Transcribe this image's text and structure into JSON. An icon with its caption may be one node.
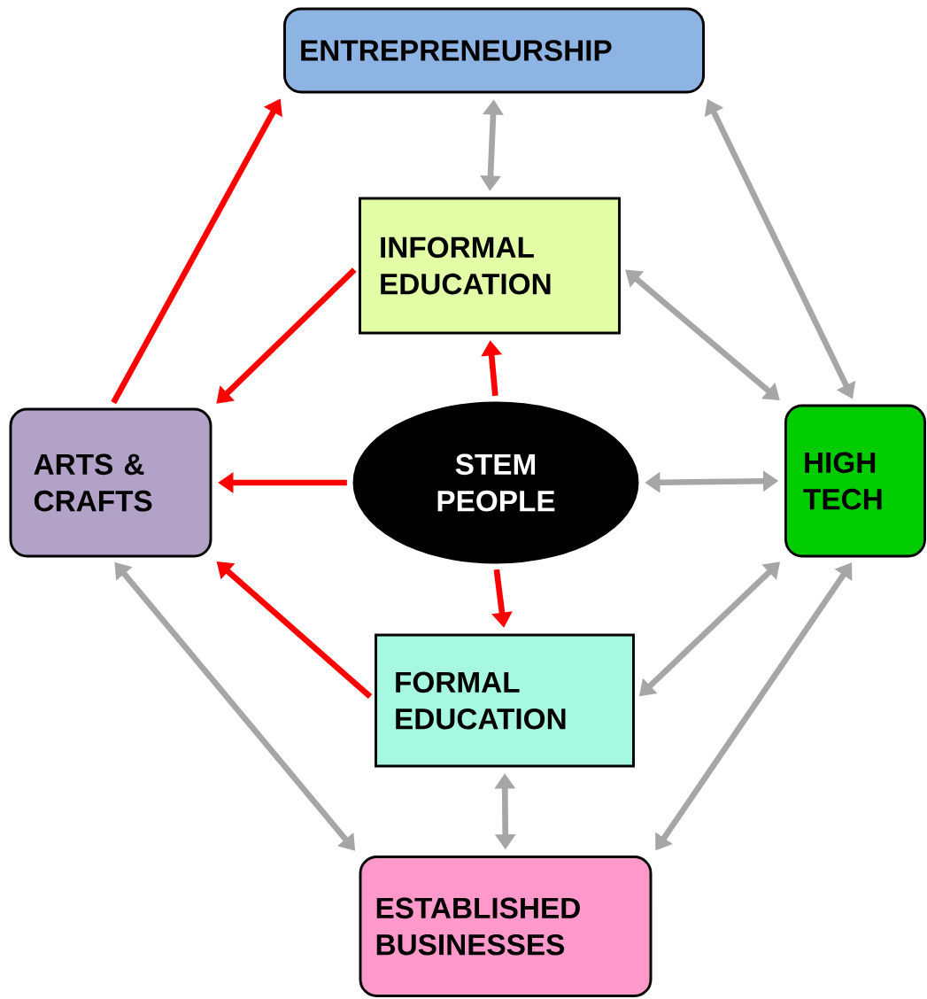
{
  "diagram": {
    "nodes": [
      {
        "text": [
          "ENTREPRENEURSHIP"
        ]
      },
      {
        "text": [
          "INFORMAL EDUCATION"
        ]
      },
      {
        "text": [
          "ARTS & CRAFTS"
        ]
      },
      {
        "text": [
          "STEM PEOPLE"
        ]
      },
      {
        "text": [
          "HIGH TECH"
        ]
      },
      {
        "text": [
          "FORMAL EDUCATION"
        ]
      },
      {
        "text": [
          "ESTABLISHED BUSINESSES"
        ]
      }
    ],
    "edges": [
      {
        "from": 2,
        "to": 0,
        "arrow": "to",
        "color": "#ff0000"
      },
      {
        "from": 1,
        "to": 2,
        "arrow": "to",
        "color": "#ff0000"
      },
      {
        "from": 3,
        "to": 1,
        "arrow": "to",
        "color": "#ff0000"
      },
      {
        "from": 3,
        "to": 2,
        "arrow": "to",
        "color": "#ff0000"
      },
      {
        "from": 3,
        "to": 5,
        "arrow": "to",
        "color": "#ff0000"
      },
      {
        "from": 5,
        "to": 2,
        "arrow": "to",
        "color": "#ff0000"
      },
      {
        "from": 0,
        "to": 1,
        "arrow": "both"
      },
      {
        "from": 0,
        "to": 4,
        "arrow": "both"
      },
      {
        "from": 1,
        "to": 4,
        "arrow": "both"
      },
      {
        "from": 3,
        "to": 4,
        "arrow": "both"
      },
      {
        "from": 5,
        "to": 4,
        "arrow": "both"
      },
      {
        "from": 6,
        "to": 4,
        "arrow": "both"
      },
      {
        "from": 2,
        "to": 6,
        "arrow": "both"
      },
      {
        "from": 5,
        "to": 6,
        "arrow": "both"
      }
    ]
  }
}
